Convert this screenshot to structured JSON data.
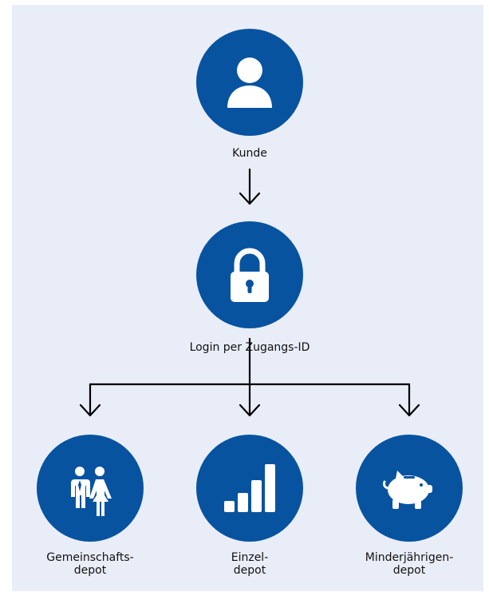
{
  "colors": {
    "background": "#e9edf7",
    "node_fill": "#0753a0",
    "icon": "#ffffff",
    "connector": "#000000"
  },
  "nodes": {
    "kunde": {
      "label": "Kunde",
      "icon": "user-icon"
    },
    "login": {
      "label": "Login per Zugangs-ID",
      "icon": "lock-icon"
    },
    "gemeinschaftsdepot": {
      "label": "Gemeinschafts-\ndepot",
      "icon": "couple-icon"
    },
    "einzeldepot": {
      "label": "Einzel-\ndepot",
      "icon": "bar-chart-icon"
    },
    "minderjaehrigendepot": {
      "label": "Minderjährigen-\ndepot",
      "icon": "piggy-bank-icon"
    }
  }
}
